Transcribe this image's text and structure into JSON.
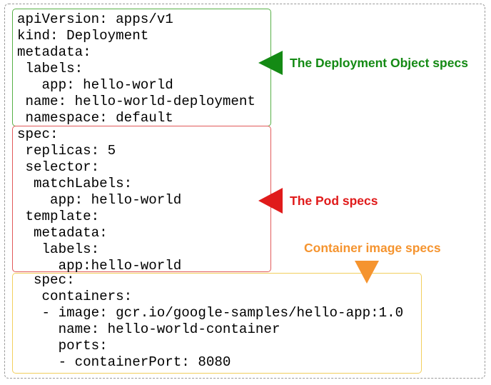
{
  "colors": {
    "deployment": "#148a14",
    "pod": "#e01b1b",
    "container": "#f5942f",
    "green_border": "#57b047",
    "red_border": "#e25a5a",
    "yellow_border": "#f2cf5d"
  },
  "sections": [
    {
      "lines": [
        "apiVersion: apps/v1",
        "kind: Deployment",
        "metadata:",
        " labels:",
        "   app: hello-world",
        " name: hello-world-deployment",
        " namespace: default"
      ],
      "label": "The Deployment Object specs"
    },
    {
      "lines": [
        "spec:",
        " replicas: 5",
        " selector:",
        "  matchLabels:",
        "    app: hello-world",
        " template:",
        "  metadata:",
        "   labels:",
        "     app:hello-world"
      ],
      "label": "The Pod specs"
    },
    {
      "lines": [
        "  spec:",
        "   containers:",
        "   - image: gcr.io/google-samples/hello-app:1.0",
        "     name: hello-world-container",
        "     ports:",
        "     - containerPort: 8080"
      ],
      "label": "Container image specs"
    }
  ]
}
